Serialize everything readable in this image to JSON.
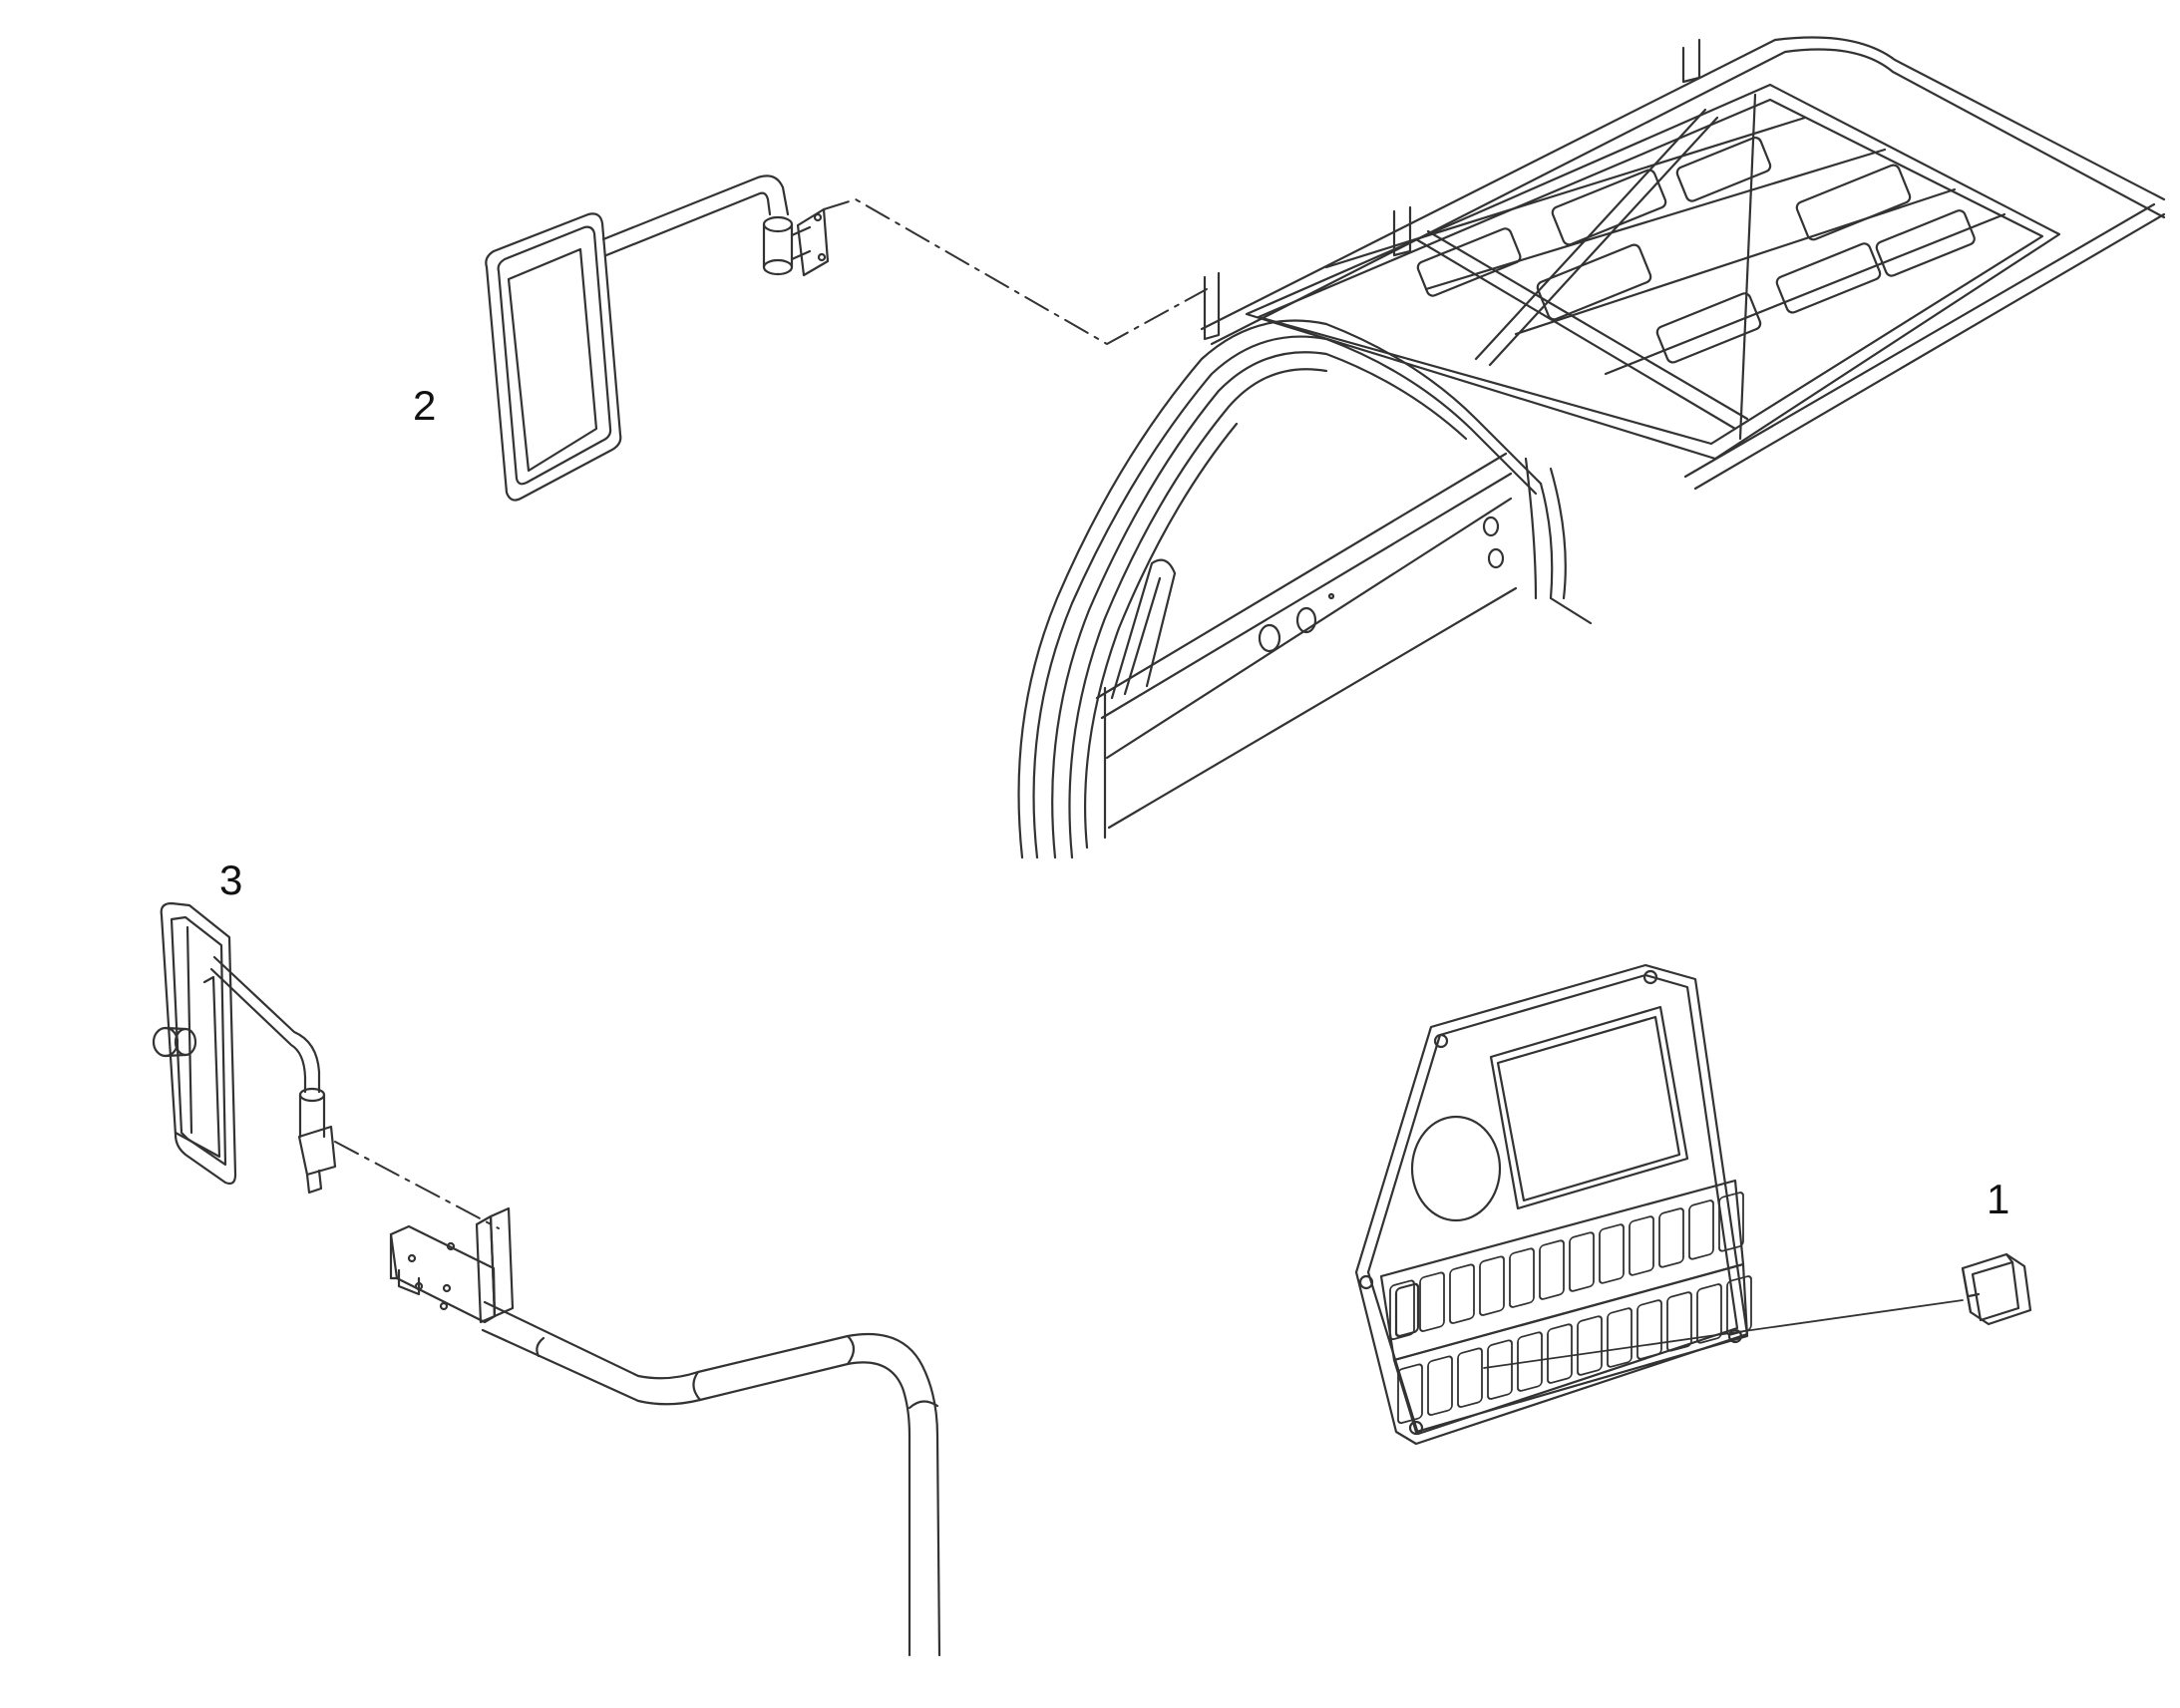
{
  "callouts": {
    "part_1": "1",
    "part_2": "2",
    "part_3": "3"
  },
  "colors": {
    "line": "#333333",
    "background": "#ffffff"
  }
}
